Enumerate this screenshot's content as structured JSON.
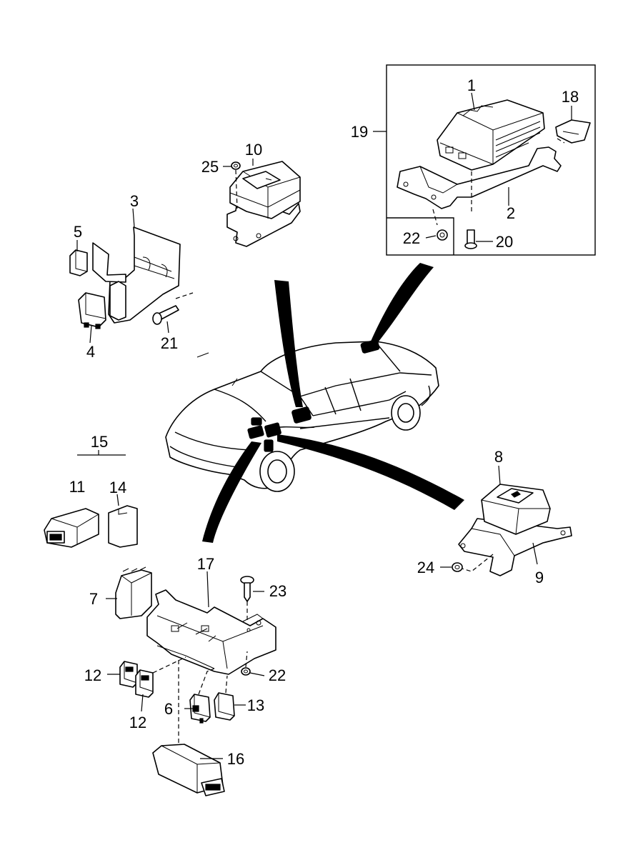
{
  "callouts": [
    {
      "id": "c1",
      "text": "1"
    },
    {
      "id": "c2",
      "text": "2"
    },
    {
      "id": "c3",
      "text": "3"
    },
    {
      "id": "c4",
      "text": "4"
    },
    {
      "id": "c5",
      "text": "5"
    },
    {
      "id": "c6",
      "text": "6"
    },
    {
      "id": "c7",
      "text": "7"
    },
    {
      "id": "c8",
      "text": "8"
    },
    {
      "id": "c9",
      "text": "9"
    },
    {
      "id": "c10",
      "text": "10"
    },
    {
      "id": "c11",
      "text": "11"
    },
    {
      "id": "c12a",
      "text": "12"
    },
    {
      "id": "c12b",
      "text": "12"
    },
    {
      "id": "c13",
      "text": "13"
    },
    {
      "id": "c14",
      "text": "14"
    },
    {
      "id": "c15",
      "text": "15"
    },
    {
      "id": "c16",
      "text": "16"
    },
    {
      "id": "c17",
      "text": "17"
    },
    {
      "id": "c18",
      "text": "18"
    },
    {
      "id": "c19",
      "text": "19"
    },
    {
      "id": "c20",
      "text": "20"
    },
    {
      "id": "c21",
      "text": "21"
    },
    {
      "id": "c22a",
      "text": "22"
    },
    {
      "id": "c22b",
      "text": "22"
    },
    {
      "id": "c23",
      "text": "23"
    },
    {
      "id": "c24",
      "text": "24"
    },
    {
      "id": "c25",
      "text": "25"
    }
  ]
}
